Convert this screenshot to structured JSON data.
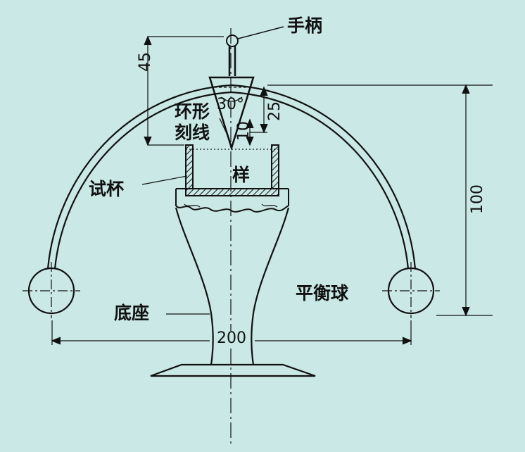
{
  "labels": {
    "handle": "手柄",
    "ring_mark_line1": "环形",
    "ring_mark_line2": "刻线",
    "test_cup": "试杯",
    "sample": "样",
    "base": "底座",
    "balance_ball": "平衡球"
  },
  "dimensions": {
    "d45": "45",
    "angle": "30°",
    "d25": "25",
    "d10": "10",
    "d100": "100",
    "d200": "200"
  },
  "colors": {
    "background": "#c9e8e6",
    "ink": "#111111"
  }
}
